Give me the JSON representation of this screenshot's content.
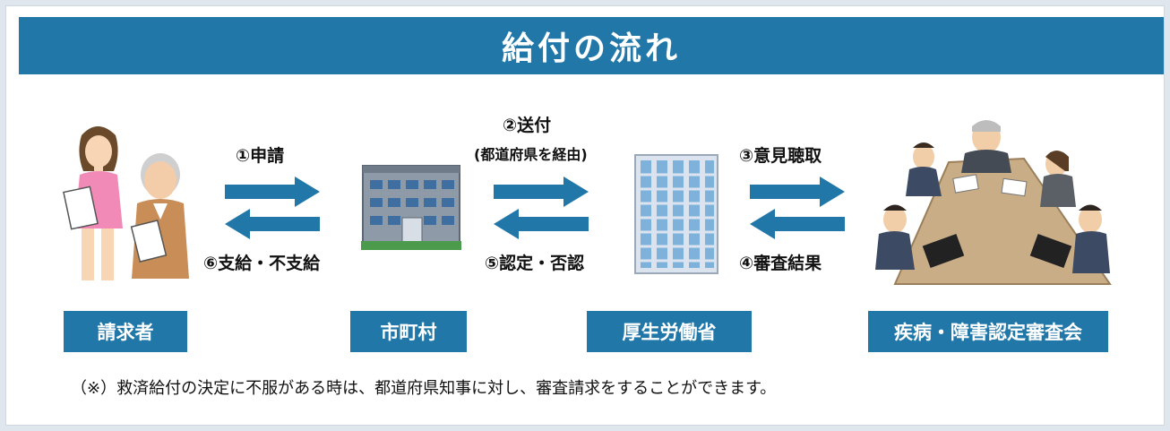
{
  "title": "給付の流れ",
  "actors": {
    "claimant": "請求者",
    "municipality": "市町村",
    "ministry": "厚生労働省",
    "council": "疾病・障害認定審査会"
  },
  "steps": {
    "s1": "①申請",
    "s2": "②送付",
    "s2_sub": "(都道府県を経由)",
    "s3": "③意見聴取",
    "s4": "④審査結果",
    "s5": "⑤認定・否認",
    "s6": "⑥支給・不支給"
  },
  "note": "（※）救済給付の決定に不服がある時は、都道府県知事に対し、審査請求をすることができます。",
  "colors": {
    "primary": "#2178a8",
    "text": "#111111",
    "background": "#ffffff"
  }
}
